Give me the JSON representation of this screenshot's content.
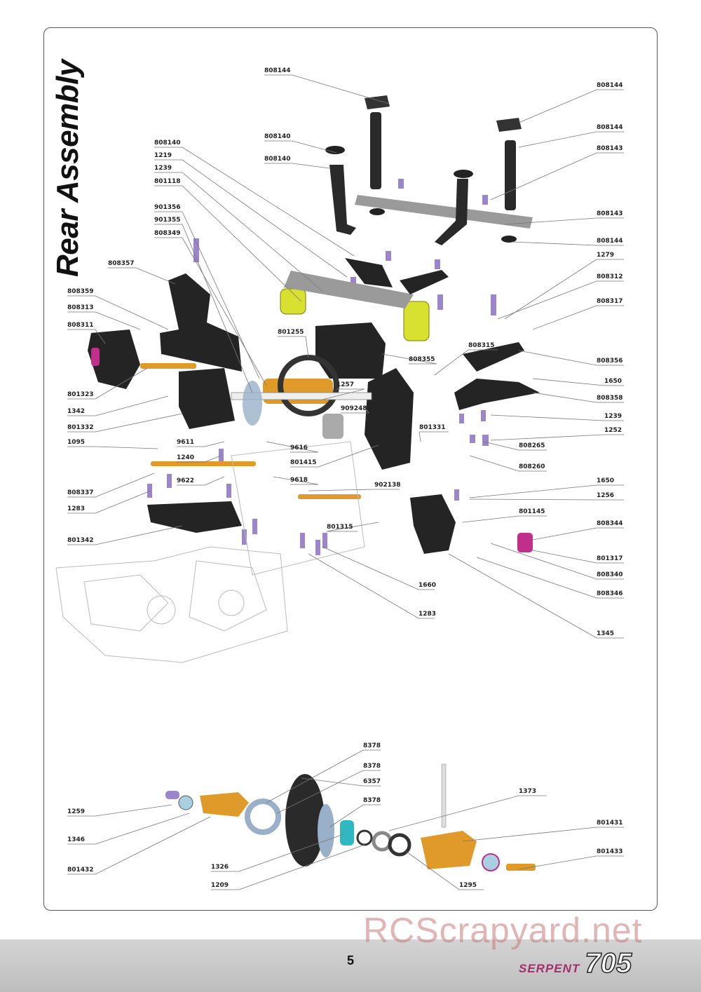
{
  "title": "Rear Assembly",
  "page_number": "5",
  "brand": {
    "name": "SERPENT",
    "model": "705"
  },
  "watermark": "RCScrapyard.net",
  "colors": {
    "accent": "#c0308a",
    "orange": "#e09a2a",
    "yellow": "#d8e030",
    "purple": "#9a86c8",
    "black": "#222222"
  },
  "labels": [
    "808144",
    "808144",
    "808144",
    "808143",
    "808140",
    "808140",
    "808143",
    "808140",
    "1219",
    "1239",
    "801118",
    "808144",
    "1279",
    "901356",
    "901355",
    "808349",
    "808312",
    "808317",
    "808357",
    "808359",
    "808313",
    "808311",
    "801255",
    "808315",
    "808355",
    "808356",
    "1650",
    "801323",
    "1257",
    "808358",
    "1342",
    "909248",
    "1239",
    "801332",
    "801331",
    "1252",
    "1095",
    "9611",
    "9616",
    "808265",
    "1240",
    "801415",
    "808260",
    "9622",
    "9618",
    "1650",
    "902138",
    "808337",
    "1256",
    "1283",
    "801145",
    "801315",
    "808344",
    "801342",
    "801317",
    "808340",
    "1660",
    "808346",
    "1283",
    "1345",
    "8378",
    "8378",
    "6357",
    "1373",
    "8378",
    "1259",
    "801431",
    "1346",
    "801433",
    "1326",
    "801432",
    "1209",
    "1295"
  ]
}
